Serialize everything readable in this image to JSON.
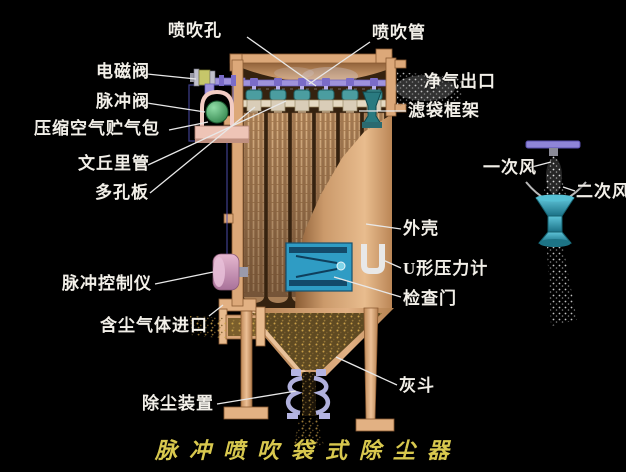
{
  "title": "脉冲喷吹袋式除尘器",
  "labels": {
    "blow_hole": "喷吹孔",
    "blow_pipe": "喷吹管",
    "solenoid_valve": "电磁阀",
    "pulse_valve": "脉冲阀",
    "air_reservoir": "压缩空气贮气包",
    "venturi_tube": "文丘里管",
    "perforated_plate": "多孔板",
    "clean_air_outlet": "净气出口",
    "filter_bag_frame": "滤袋框架",
    "shell": "外壳",
    "u_pressure_gauge": "U形压力计",
    "inspection_door": "检查门",
    "pulse_controller": "脉冲控制仪",
    "dusty_gas_inlet": "含尘气体进口",
    "dust_removal_device": "除尘装置",
    "ash_hopper": "灰斗",
    "primary_air": "一次风",
    "secondary_air": "二次风"
  },
  "colors": {
    "background": "#000000",
    "label_text": "#f2efe8",
    "title_text": "#d8c84e",
    "vessel_tan": "#dca879",
    "filter_bag": "#bb9068",
    "venturi_teal": "#3f8f92",
    "blow_pipe_purple": "#9f93dc",
    "pulse_valve_green": "#3d9e5f",
    "controller_pink": "#c891b4",
    "inspection_door_blue": "#2f9cc4",
    "discharge_lavender": "#b0b0dc",
    "leader_line": "#e8e8e8"
  }
}
